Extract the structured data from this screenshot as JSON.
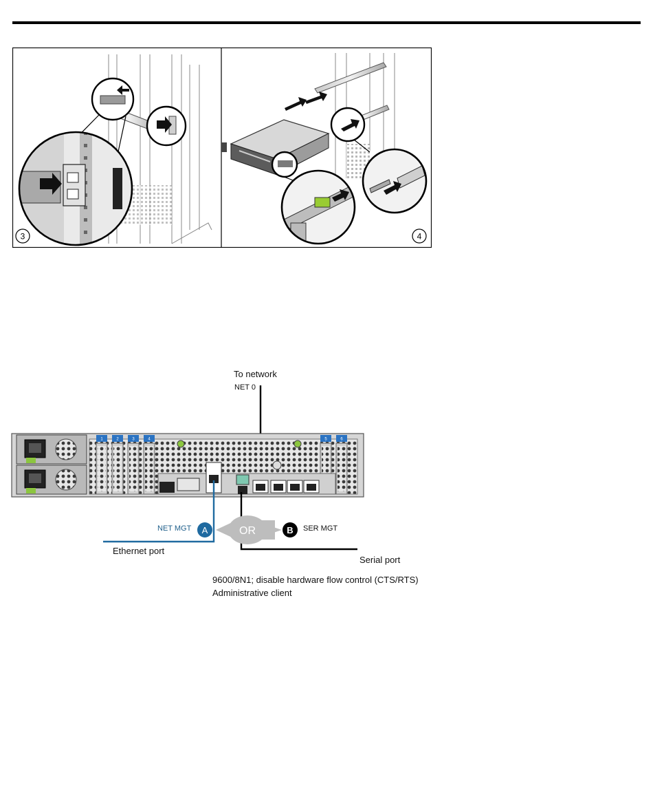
{
  "step_numbers": [
    "3",
    "4"
  ],
  "cabling": {
    "to_network": "To network",
    "net0": "NET 0",
    "net_mgt": "NET MGT",
    "badge_a": "A",
    "or": "OR",
    "badge_b": "B",
    "ser_mgt": "SER MGT",
    "ethernet_port": "Ethernet port",
    "serial_port": "Serial port",
    "serial_settings": "9600/8N1; disable hardware flow control (CTS/RTS)",
    "admin_client": "Administrative client",
    "slot_labels": [
      "1",
      "2",
      "3",
      "4",
      "5",
      "6"
    ]
  },
  "colors": {
    "net_mgt_cable": "#1f6aa0",
    "serial_cable": "#000000",
    "or_bubble": "#bdbdbd"
  }
}
